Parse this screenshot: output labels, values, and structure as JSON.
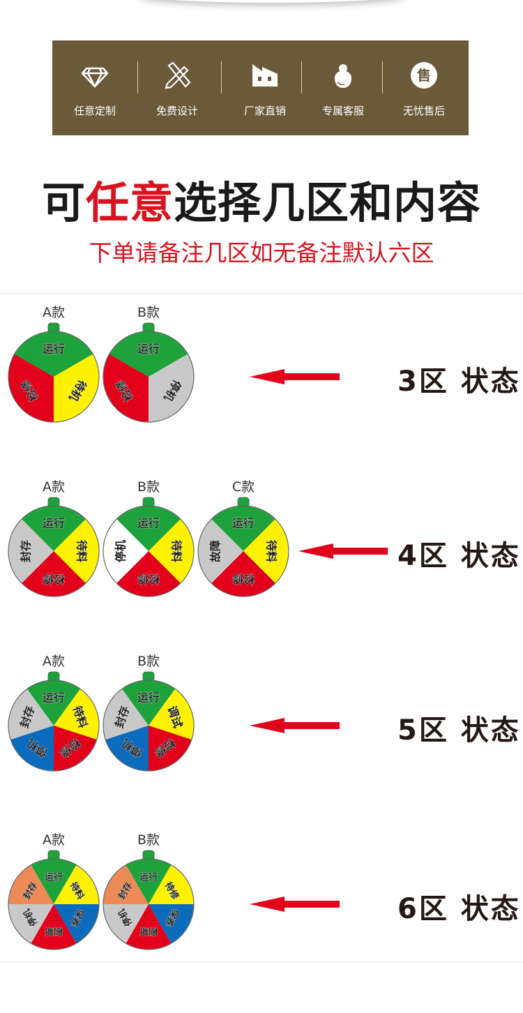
{
  "features": [
    {
      "icon": "diamond-icon",
      "label": "任意定制"
    },
    {
      "icon": "pencil-ruler-icon",
      "label": "免费设计"
    },
    {
      "icon": "factory-icon",
      "label": "厂家直销"
    },
    {
      "icon": "customer-service-icon",
      "label": "专属客服"
    },
    {
      "icon": "after-sales-icon",
      "label": "无忧售后",
      "glyph": "售"
    }
  ],
  "title": {
    "part1": "可",
    "highlight": "任意",
    "part2": "选择几区和内容"
  },
  "subtitle": "下单请备注几区如无备注默认六区",
  "colors": {
    "green": "#1ea23c",
    "yellow": "#fff200",
    "red": "#e2001a",
    "gray": "#c9c9c9",
    "blue": "#0b6bbd",
    "orange": "#ee8a58",
    "white": "#ffffff",
    "band": "#6b5a3a",
    "arrow": "#e2001a"
  },
  "rows": [
    {
      "state": "3区 状态",
      "wheels": [
        {
          "caption": "A款",
          "sectors": [
            [
              "运行",
              "green"
            ],
            [
              "待机",
              "yellow"
            ],
            [
              "检修",
              "red"
            ]
          ]
        },
        {
          "caption": "B款",
          "sectors": [
            [
              "运行",
              "green"
            ],
            [
              "停机",
              "gray"
            ],
            [
              "检修",
              "red"
            ]
          ]
        }
      ]
    },
    {
      "state": "4区 状态",
      "wheels": [
        {
          "caption": "A款",
          "sectors": [
            [
              "运行",
              "green"
            ],
            [
              "待料",
              "yellow"
            ],
            [
              "检修",
              "red"
            ],
            [
              "封存",
              "gray"
            ]
          ]
        },
        {
          "caption": "B款",
          "sectors": [
            [
              "运行",
              "green"
            ],
            [
              "待料",
              "yellow"
            ],
            [
              "检修",
              "red"
            ],
            [
              "停机",
              "white"
            ]
          ]
        },
        {
          "caption": "C款",
          "sectors": [
            [
              "运行",
              "green"
            ],
            [
              "待料",
              "yellow"
            ],
            [
              "检修",
              "red"
            ],
            [
              "故障",
              "gray"
            ]
          ]
        }
      ]
    },
    {
      "state": "5区 状态",
      "wheels": [
        {
          "caption": "A款",
          "sectors": [
            [
              "运行",
              "green"
            ],
            [
              "待料",
              "yellow"
            ],
            [
              "检修",
              "red"
            ],
            [
              "停机",
              "blue"
            ],
            [
              "封存",
              "gray"
            ]
          ]
        },
        {
          "caption": "B款",
          "sectors": [
            [
              "运行",
              "green"
            ],
            [
              "调试",
              "yellow"
            ],
            [
              "检修",
              "red"
            ],
            [
              "停机",
              "blue"
            ],
            [
              "封存",
              "gray"
            ]
          ]
        }
      ]
    },
    {
      "state": "6区 状态",
      "wheels": [
        {
          "caption": "A款",
          "sectors": [
            [
              "运行",
              "green"
            ],
            [
              "待料",
              "yellow"
            ],
            [
              "保养",
              "blue"
            ],
            [
              "刷新",
              "red"
            ],
            [
              "停机",
              "gray"
            ],
            [
              "封存",
              "orange"
            ]
          ]
        },
        {
          "caption": "B款",
          "sectors": [
            [
              "运行",
              "green"
            ],
            [
              "待修",
              "yellow"
            ],
            [
              "保养",
              "blue"
            ],
            [
              "刷新",
              "red"
            ],
            [
              "停机",
              "gray"
            ],
            [
              "封存",
              "orange"
            ]
          ]
        }
      ]
    }
  ]
}
